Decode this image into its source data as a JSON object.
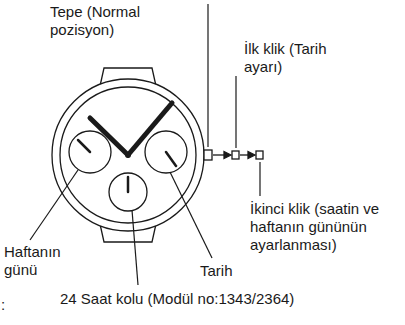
{
  "diagram": {
    "labels": [
      "Tepe (Normal pozisyon)",
      "İlk klik (Tarih ayarı)",
      "İkinci klik (saatin ve haftanın gününün ayarlanması)",
      "Haftanın günü",
      "Tarih",
      "24 Saat kolu (Modül no:1343/2364)",
      ":"
    ]
  }
}
